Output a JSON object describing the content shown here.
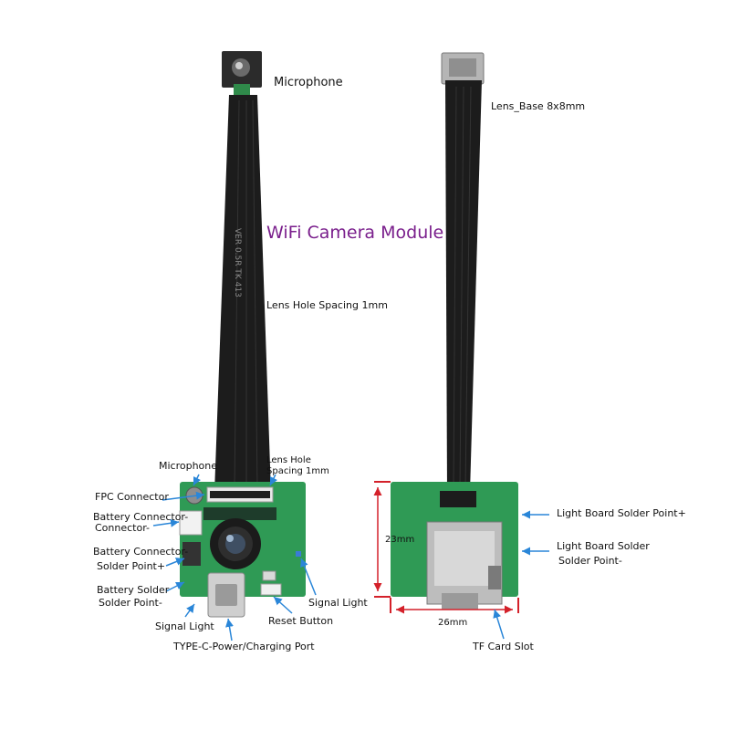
{
  "title": "WiFi Camera Module",
  "labels": {
    "microphone_top": "Microphone",
    "lens_base": "Lens_Base 8x8mm",
    "lens_hole_spacing": "Lens Hole Spacing 1mm",
    "microphone_board": "Microphone",
    "lens_hole_board_1": "Lens Hole",
    "lens_hole_board_2": "Spacing 1mm",
    "fpc_connector": "FPC Connector",
    "battery_connector_minus_1": "Battery Connector-",
    "battery_connector_minus_2": "Connector-",
    "battery_connector_plus_1": "Battery Connector-",
    "battery_connector_plus_2": "Solder Point+",
    "battery_solder_1": "Battery Solder",
    "battery_solder_2": "Solder Point-",
    "signal_light_left": "Signal Light",
    "signal_light_right": "Signal Light",
    "reset_button": "Reset Button",
    "type_c": "TYPE-C-Power/Charging Port",
    "light_board_plus": "Light Board Solder Point+",
    "light_board_minus_1": "Light Board Solder",
    "light_board_minus_2": "Solder Point-",
    "tf_card_slot": "TF Card Slot",
    "dim_height": "23mm",
    "dim_width": "26mm"
  },
  "cable_print": "VER 0.5R TK 413",
  "colors": {
    "title": "#7a1f8c",
    "pcb": "#2f9a55",
    "cable": "#1c1c1c",
    "arrow": "#2a86d8",
    "dimension": "#d4212a"
  }
}
